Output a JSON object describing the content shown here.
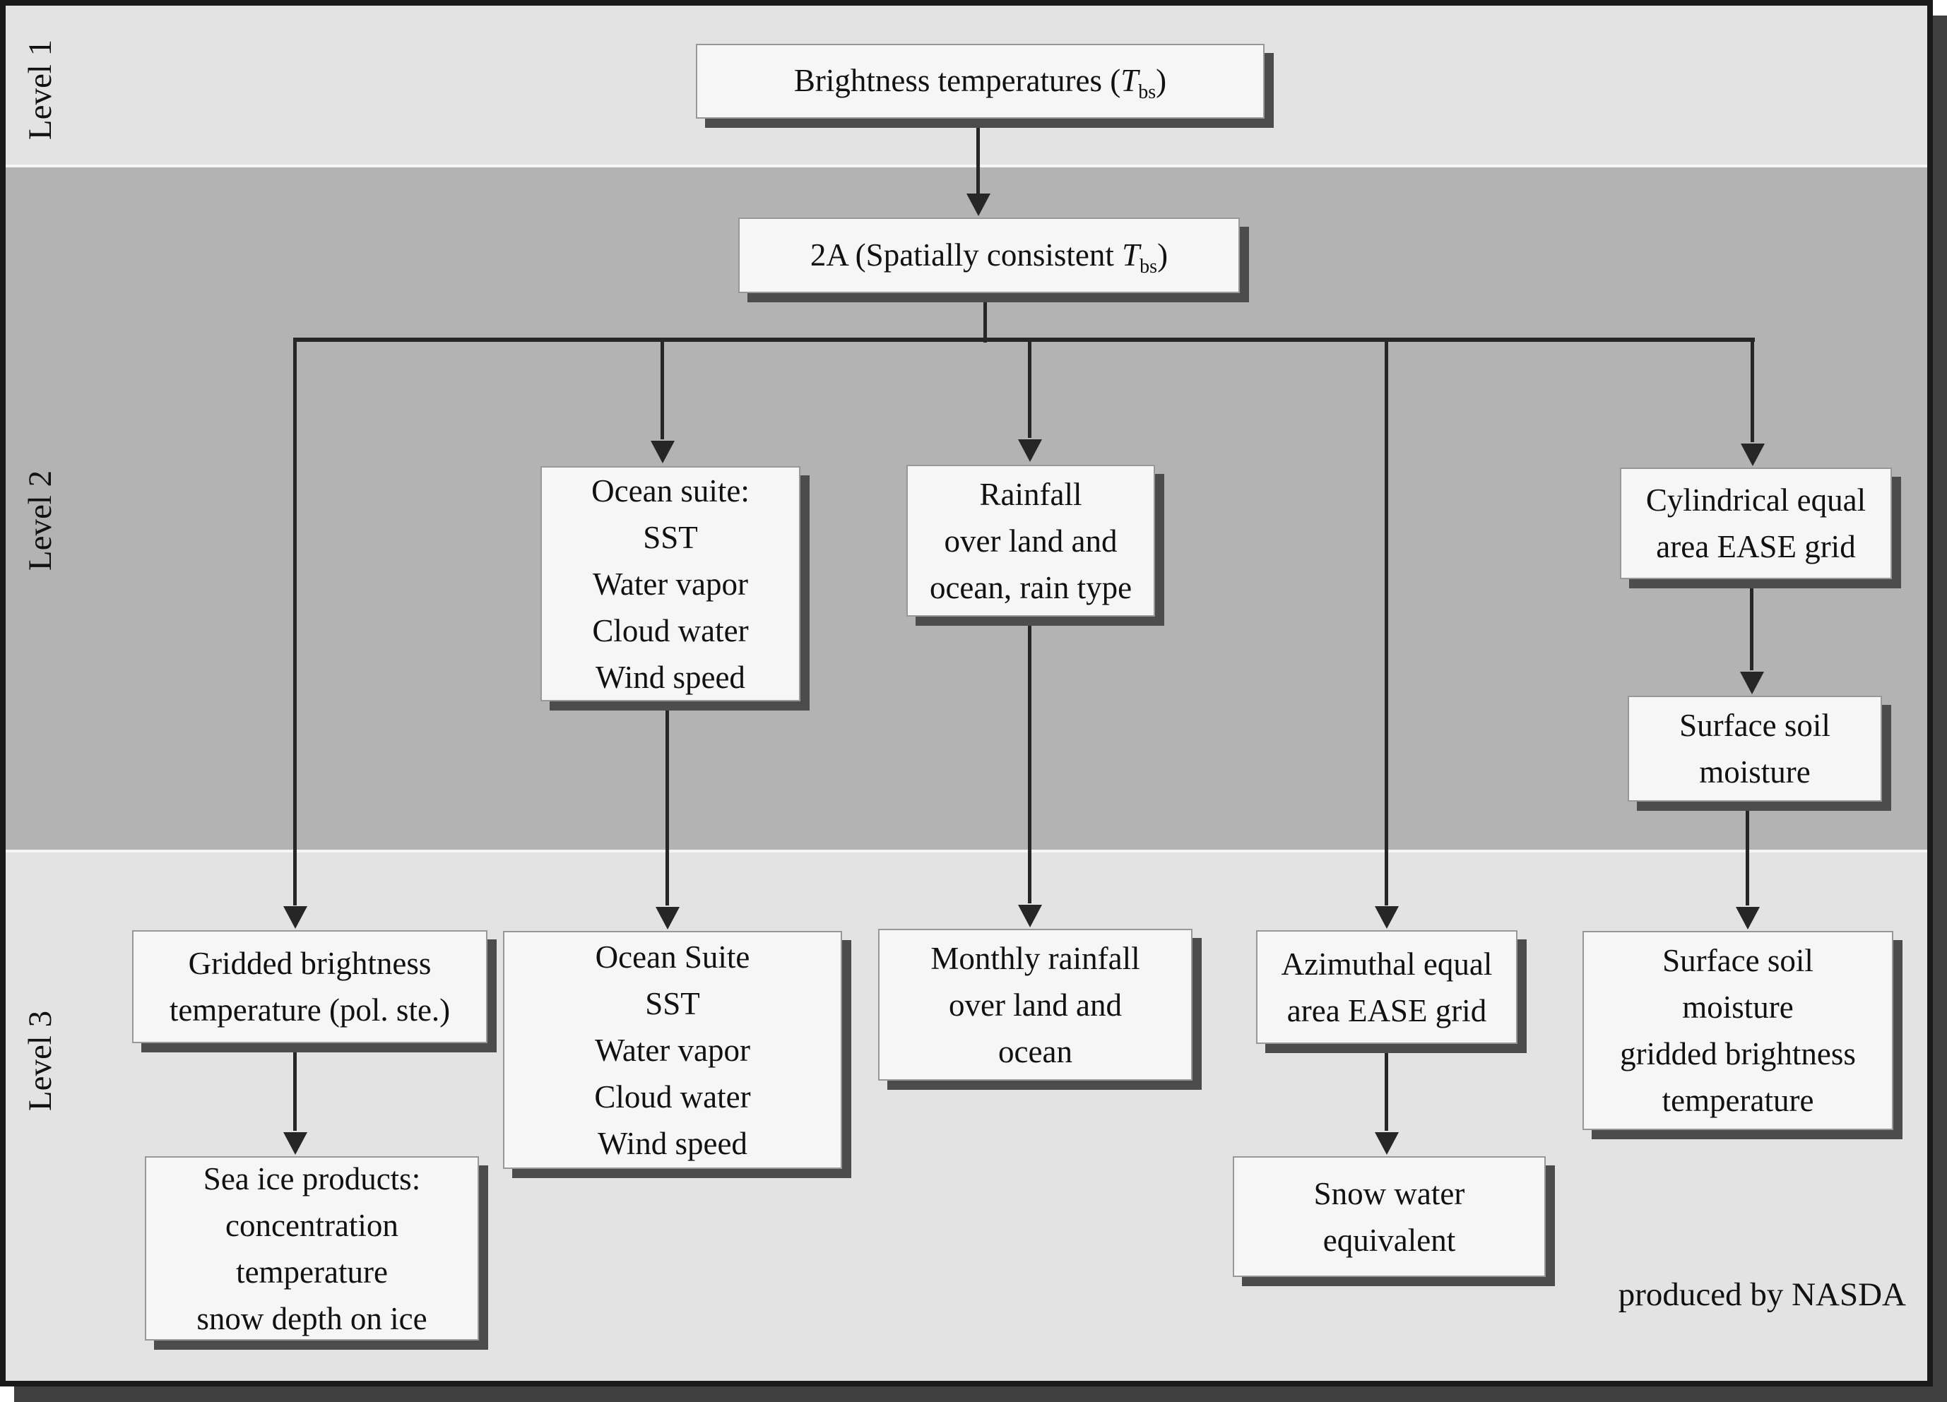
{
  "levels": [
    "Level 1",
    "Level 2",
    "Level 3"
  ],
  "nodes": {
    "brightness": {
      "pre": "Brightness temperatures (",
      "t": "T",
      "sub": "bs",
      "post": ")"
    },
    "spatially": {
      "pre": "2A (Spatially consistent ",
      "t": "T",
      "sub": "bs",
      "post": ")"
    },
    "ocean2": {
      "lines": [
        "Ocean suite:",
        "SST",
        "Water vapor",
        "Cloud water",
        "Wind speed"
      ]
    },
    "rainfall2": {
      "lines": [
        "Rainfall",
        "over land and",
        "ocean, rain type"
      ]
    },
    "cylindrical": {
      "lines": [
        "Cylindrical equal",
        "area EASE grid"
      ]
    },
    "soil2": {
      "lines": [
        "Surface soil",
        "moisture"
      ]
    },
    "gridded3": {
      "lines": [
        "Gridded brightness",
        "temperature (pol. ste.)"
      ]
    },
    "seaice3": {
      "lines": [
        "Sea ice products:",
        "concentration",
        "temperature",
        "snow depth on ice"
      ]
    },
    "ocean3": {
      "lines": [
        "Ocean Suite",
        "SST",
        "Water vapor",
        "Cloud water",
        "Wind speed"
      ]
    },
    "monthly3": {
      "lines": [
        "Monthly rainfall",
        "over land and",
        "ocean"
      ]
    },
    "azimuthal3": {
      "lines": [
        "Azimuthal equal",
        "area EASE grid"
      ]
    },
    "snow3": {
      "lines": [
        "Snow water",
        "equivalent"
      ]
    },
    "soilgrid3": {
      "lines": [
        "Surface soil",
        "moisture",
        "gridded brightness",
        "temperature"
      ]
    }
  },
  "credit": "produced by NASDA",
  "colors": {
    "band_light": "#e3e3e3",
    "band_dark": "#b3b3b3",
    "box_fill": "#f6f6f6",
    "box_border": "#989898",
    "box_shadow": "#4c4c4c",
    "connector": "#262626",
    "frame_border": "#1a1a1a",
    "frame_shadow": "#3f3f3f"
  }
}
